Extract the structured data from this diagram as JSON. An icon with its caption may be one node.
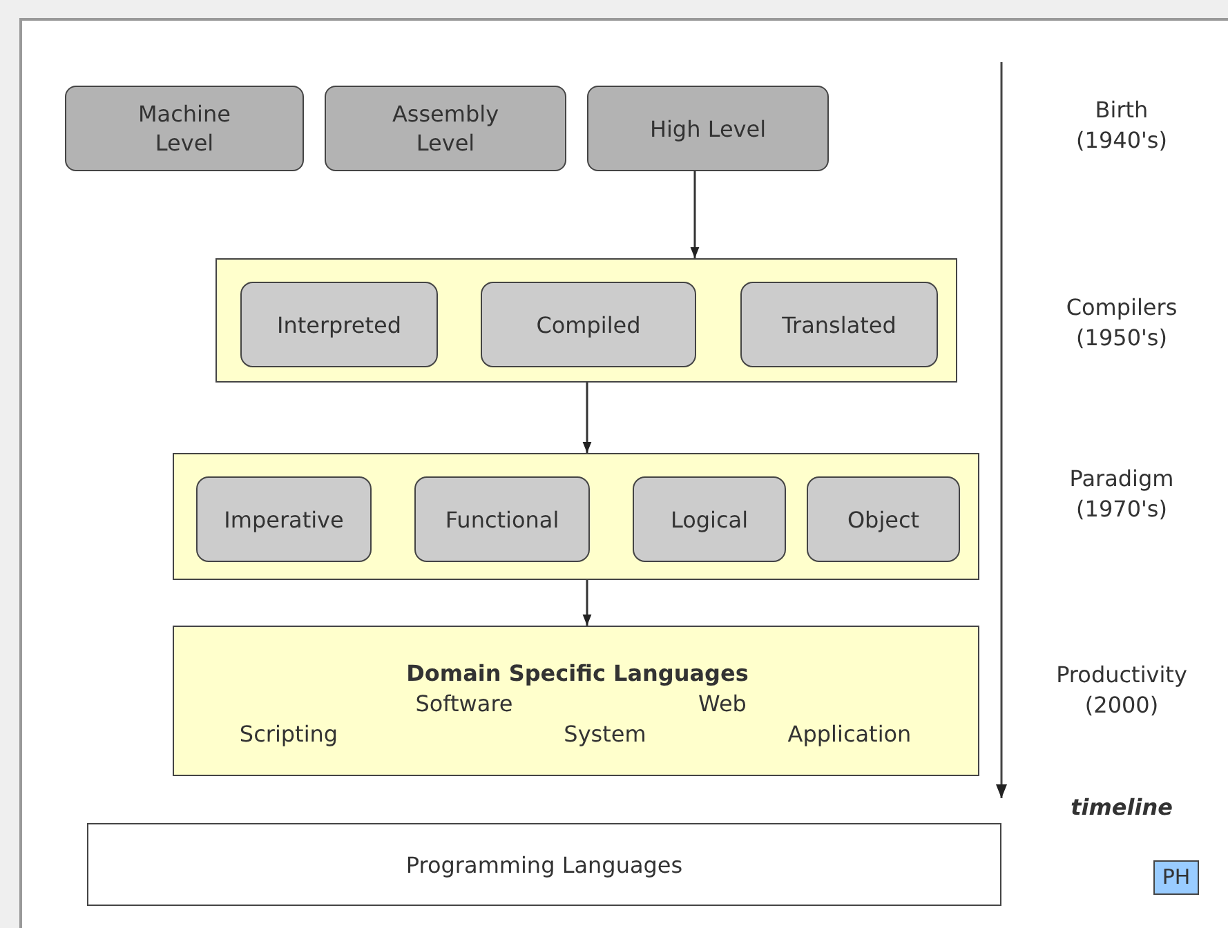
{
  "diagram": {
    "nodes": [
      {
        "text": [
          "Machine Level"
        ]
      },
      {
        "text": [
          "Assembly Level"
        ]
      },
      {
        "text": [
          "High Level"
        ]
      },
      {
        "text": [],
        "shape": "box"
      },
      {
        "text": [
          "Interpreted"
        ],
        "in": 3
      },
      {
        "text": [
          "Compiled"
        ],
        "in": 3
      },
      {
        "text": [
          "Translated"
        ],
        "in": 3
      },
      {
        "text": [],
        "shape": "box"
      },
      {
        "text": [
          "Imperative"
        ],
        "in": 7
      },
      {
        "text": [
          "Functional"
        ],
        "in": 7
      },
      {
        "text": [
          "Logical"
        ],
        "in": 7
      },
      {
        "text": [
          "Object"
        ],
        "in": 7
      },
      {
        "text": [
          "Domain Specific Languages",
          "Software",
          "Web",
          "Scripting",
          "System",
          "Application"
        ]
      },
      {
        "text": [
          "Programming Languages"
        ]
      },
      {
        "text": [
          "PH"
        ]
      }
    ],
    "edges": [
      {
        "from": 2,
        "to": 3,
        "arrow": "to"
      },
      {
        "from": 3,
        "to": 7,
        "arrow": "to"
      },
      {
        "from": 7,
        "to": 12,
        "arrow": "to"
      }
    ],
    "labels": [
      "Birth (1940's)",
      "Compilers (1950's)",
      "Paradigm (1970's)",
      "Productivity (2000)",
      "timeline"
    ]
  }
}
